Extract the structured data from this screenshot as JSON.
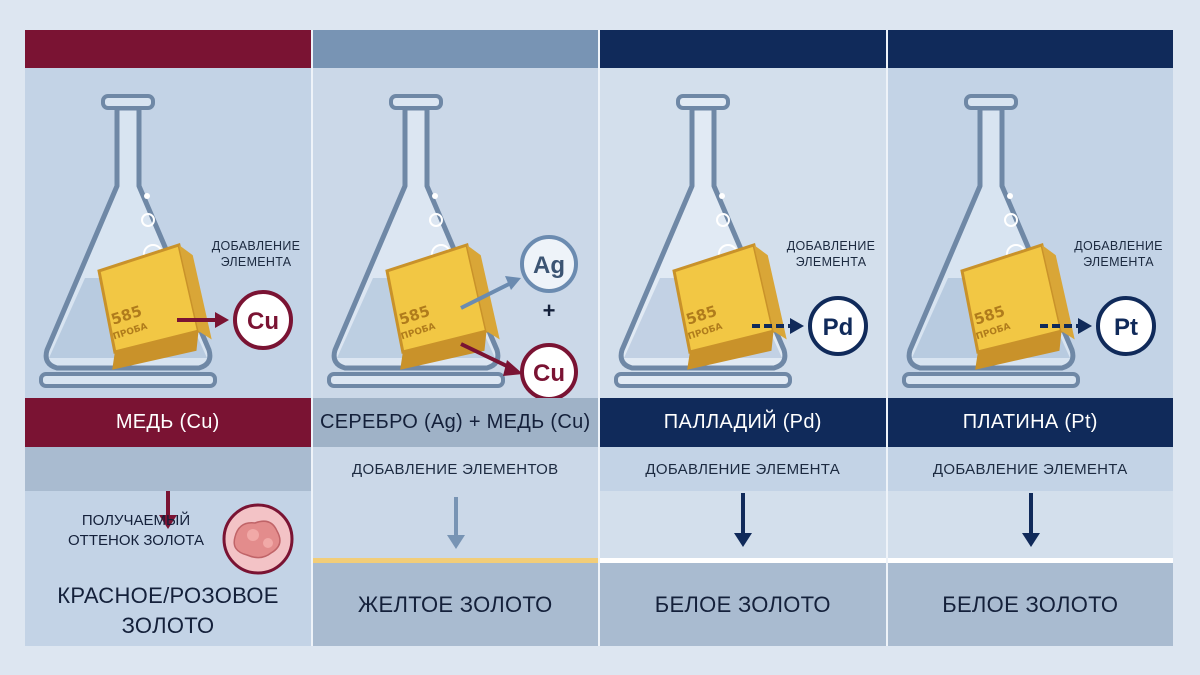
{
  "columns": [
    {
      "id": "copper",
      "title": "МЕДЬ (Cu)",
      "subtitle": "",
      "add_label": "ДОБАВЛЕНИЕ\nЭЛЕМЕНТА",
      "elements": [
        "Cu"
      ],
      "bar_text": [
        "585",
        "ПРОБА"
      ],
      "shade_label": "ПОЛУЧАЕМЫЙ\nОТТЕНОК ЗОЛОТА",
      "result": "КРАСНОЕ/РОЗОВОЕ\nЗОЛОТО",
      "accent": "#7a1333"
    },
    {
      "id": "silver-copper",
      "title": "СЕРЕБРО (Ag) + МЕДЬ (Cu)",
      "subtitle": "ДОБАВЛЕНИЕ ЭЛЕМЕНТОВ",
      "add_label": "",
      "elements": [
        "Ag",
        "Cu"
      ],
      "plus": "+",
      "bar_text": [
        "585",
        "ПРОБА"
      ],
      "result": "ЖЕЛТОЕ ЗОЛОТО",
      "accent": "#7894b4",
      "separator_color": "#f2cd78"
    },
    {
      "id": "palladium",
      "title": "ПАЛЛАДИЙ (Pd)",
      "subtitle": "ДОБАВЛЕНИЕ ЭЛЕМЕНТА",
      "add_label": "ДОБАВЛЕНИЕ\nЭЛЕМЕНТА",
      "elements": [
        "Pd"
      ],
      "bar_text": [
        "585",
        "ПРОБА"
      ],
      "result": "БЕЛОЕ ЗОЛОТО",
      "accent": "#102a5a"
    },
    {
      "id": "platinum",
      "title": "ПЛАТИНА (Pt)",
      "subtitle": "ДОБАВЛЕНИЕ ЭЛЕМЕНТА",
      "add_label": "ДОБАВЛЕНИЕ\nЭЛЕМЕНТА",
      "elements": [
        "Pt"
      ],
      "bar_text": [
        "585",
        "ПРОБА"
      ],
      "result": "БЕЛОЕ ЗОЛОТО",
      "accent": "#102a5a"
    }
  ],
  "colors": {
    "copper": "#7a1333",
    "navy": "#102a5a",
    "steel": "#7894b4",
    "gold": "#e9b83e"
  },
  "icons": {
    "flask": "erlenmeyer-flask-icon",
    "gold_bar": "gold-bar-icon",
    "shade_swatch": "rose-gold-nugget-icon"
  }
}
